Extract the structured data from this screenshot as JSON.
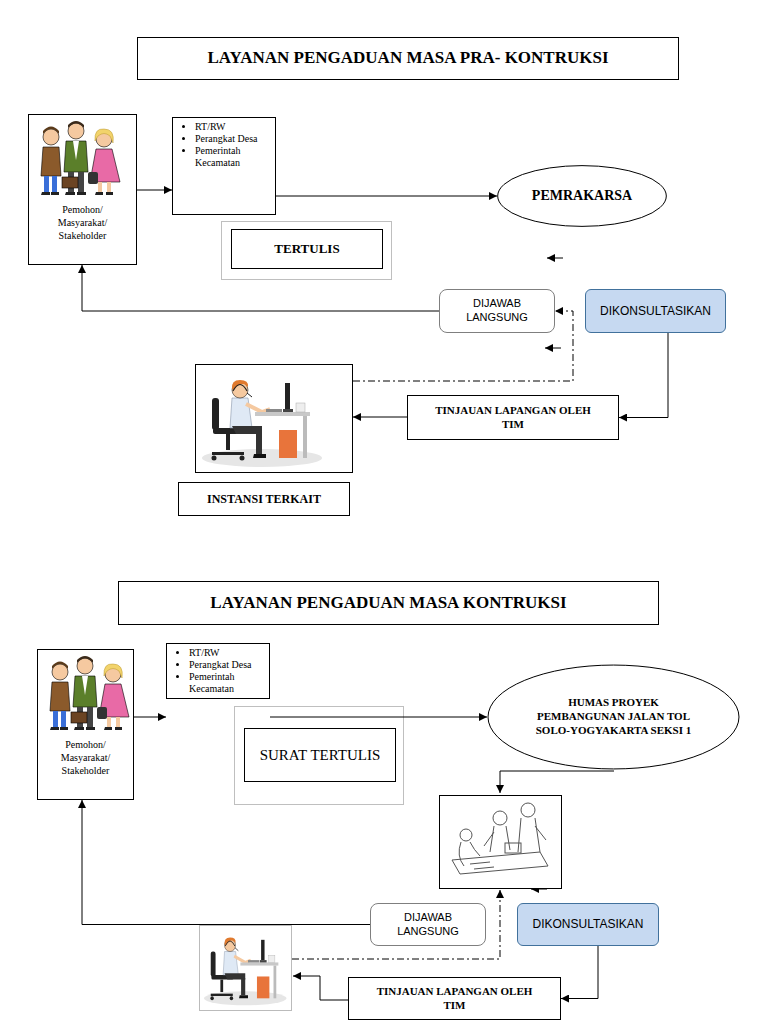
{
  "diagram": {
    "nodes": [
      {
        "text": [
          "LAYANAN PENGADUAN MASA PRA- KONTRUKSI"
        ]
      },
      {
        "text": [
          "Pemohon/ Masyarakat/ Stakeholder"
        ]
      },
      {
        "text": [
          "RT/RW",
          "Perangkat Desa",
          "Pemerintah Kecamatan"
        ]
      },
      {
        "text": [
          "PEMRAKARSA"
        ]
      },
      {
        "text": [
          "TERTULIS"
        ]
      },
      {
        "text": [
          "DIJAWAB LANGSUNG"
        ]
      },
      {
        "text": [
          "DIKONSULTASIKAN"
        ]
      },
      {
        "text": [
          "INSTANSI TERKAIT"
        ]
      },
      {
        "text": [
          "TINJAUAN LAPANGAN OLEH TIM"
        ]
      },
      {
        "text": [
          "LAYANAN PENGADUAN MASA KONTRUKSI"
        ]
      },
      {
        "text": [
          "Pemohon/ Masyarakat/ Stakeholder"
        ]
      },
      {
        "text": [
          "RT/RW",
          "Perangkat Desa",
          "Pemerintah Kecamatan"
        ]
      },
      {
        "text": [
          "HUMAS PROYEK PEMBANGUNAN JALAN TOL SOLO-YOGYAKARTA SEKSI 1"
        ]
      },
      {
        "text": [
          "SURAT TERTULIS"
        ]
      },
      {
        "text": [
          "DIJAWAB LANGSUNG"
        ]
      },
      {
        "text": [
          "DIKONSULTASIKAN"
        ]
      },
      {
        "text": [
          "TINJAUAN LAPANGAN OLEH TIM"
        ]
      }
    ],
    "edges": [
      {
        "from": 1,
        "to": 2,
        "arrow": "to"
      },
      {
        "from": 2,
        "to": 3,
        "arrow": "to"
      },
      {
        "from": 6,
        "to": 8,
        "arrow": "to"
      },
      {
        "from": 8,
        "to": 7,
        "arrow": "to"
      },
      {
        "from": 7,
        "to": 5,
        "arrow": "to"
      },
      {
        "from": 5,
        "to": 1,
        "arrow": "to"
      },
      {
        "from": 10,
        "to": 11,
        "arrow": "to"
      },
      {
        "from": 11,
        "to": 12,
        "arrow": "to"
      },
      {
        "from": 15,
        "to": 16,
        "arrow": "to"
      },
      {
        "from": 14,
        "to": 10,
        "arrow": "to"
      }
    ]
  }
}
